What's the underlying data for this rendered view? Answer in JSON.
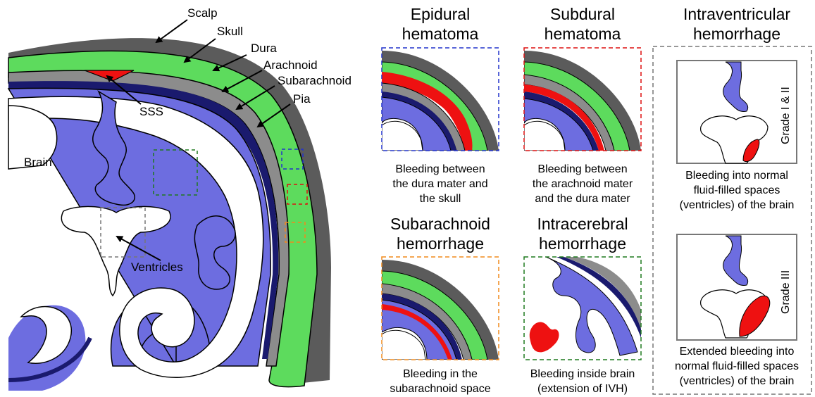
{
  "main_labels": {
    "scalp": "Scalp",
    "skull": "Skull",
    "dura": "Dura",
    "arachnoid": "Arachnoid",
    "subarachnoid": "Subarachnoid",
    "pia": "Pia",
    "sss": "SSS",
    "brain": "Brain",
    "ventricles": "Ventricles"
  },
  "panels": {
    "epidural": {
      "title": [
        "Epidural",
        "hematoma"
      ],
      "caption": [
        "Bleeding between",
        "the dura mater and",
        "the skull"
      ],
      "box_color": "#2233cc"
    },
    "subdural": {
      "title": [
        "Subdural",
        "hematoma"
      ],
      "caption": [
        "Bleeding between",
        "the arachnoid mater",
        "and the dura mater"
      ],
      "box_color": "#dd1111"
    },
    "subarachnoid": {
      "title": [
        "Subarachnoid",
        "hemorrhage"
      ],
      "caption": [
        "Bleeding in the",
        "subarachnoid space"
      ],
      "box_color": "#f08a1c"
    },
    "intracerebral": {
      "title": [
        "Intracerebral",
        "hemorrhage"
      ],
      "caption": [
        "Bleeding inside brain",
        "(extension of IVH)"
      ],
      "box_color": "#1e7a1e"
    },
    "intraventricular": {
      "title": [
        "Intraventricular",
        "hemorrhage"
      ],
      "grade_a": "Grade I & II",
      "caption_a": [
        "Bleeding into normal",
        "fluid-filled spaces",
        "(ventricles) of the brain"
      ],
      "grade_b": "Grade III",
      "caption_b": [
        "Extended bleeding into",
        "normal fluid-filled spaces",
        "(ventricles) of the brain"
      ],
      "box_color": "#777777"
    }
  },
  "colors": {
    "scalp": "#5b5b5b",
    "skull": "#5ddb5d",
    "dura": "#8c8c8c",
    "arachnoid": "#1a1a6e",
    "csf": "#6d6de0",
    "blood": "#ee1111"
  }
}
